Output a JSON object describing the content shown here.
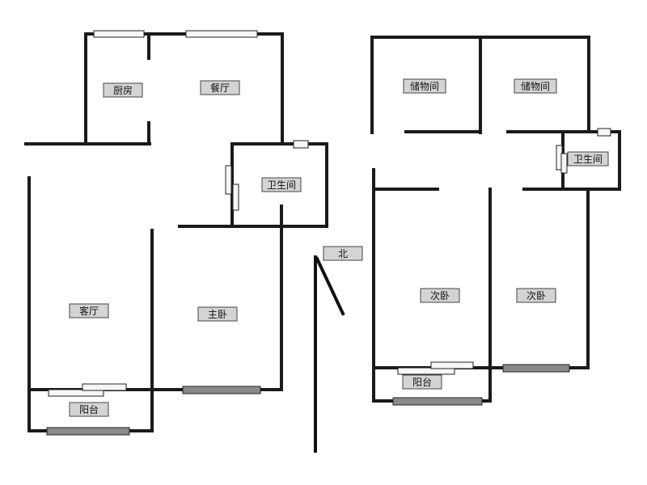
{
  "plan": {
    "rooms": {
      "kitchen": "厨房",
      "dining": "餐厅",
      "bath_left": "卫生间",
      "living": "客厅",
      "master_bedroom": "主卧",
      "balcony_left": "阳台",
      "storage_1": "储物间",
      "storage_2": "储物间",
      "bath_right": "卫生间",
      "second_bedroom_1": "次卧",
      "second_bedroom_2": "次卧",
      "balcony_right": "阳台"
    },
    "north": "北"
  }
}
